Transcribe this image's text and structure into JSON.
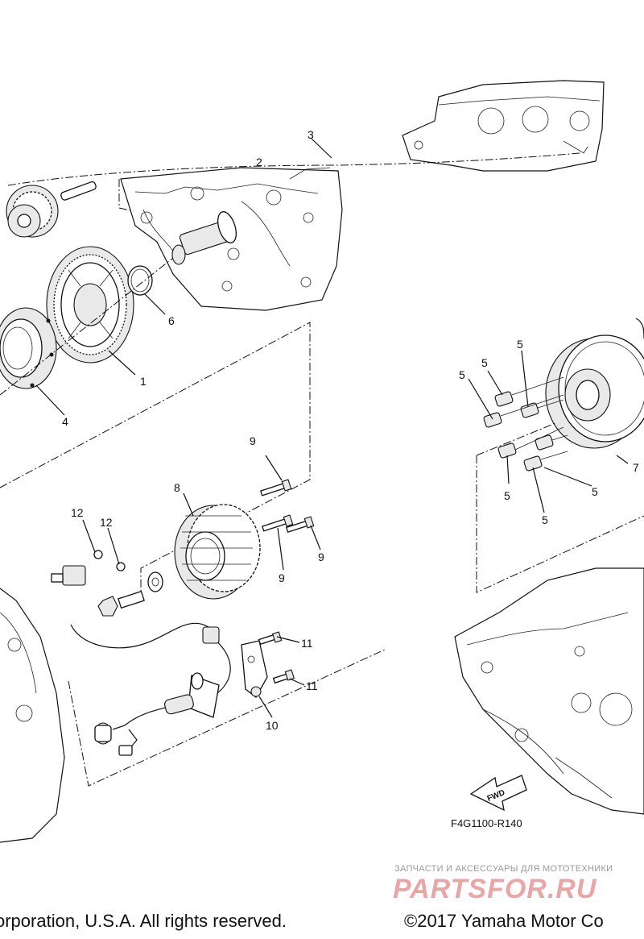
{
  "callouts": {
    "c1": "1",
    "c2": "2",
    "c3": "3",
    "c4": "4",
    "c5a": "5",
    "c5b": "5",
    "c5c": "5",
    "c5d": "5",
    "c5e": "5",
    "c5f": "5",
    "c6": "6",
    "c7": "7",
    "c8": "8",
    "c9a": "9",
    "c9b": "9",
    "c9c": "9",
    "c10": "10",
    "c11a": "11",
    "c11b": "11",
    "c12a": "12",
    "c12b": "12"
  },
  "fwd_label": "FWD",
  "ref_code": "F4G1100-R140",
  "footer": {
    "left": "orporation, U.S.A. All rights reserved.",
    "right": "©2017 Yamaha Motor Co"
  },
  "watermark": {
    "tagline": "ЗАПЧАСТИ И АКСЕССУАРЫ ДЛЯ МОТОТЕХНИКИ",
    "logo": "PARTSFOR.RU"
  }
}
